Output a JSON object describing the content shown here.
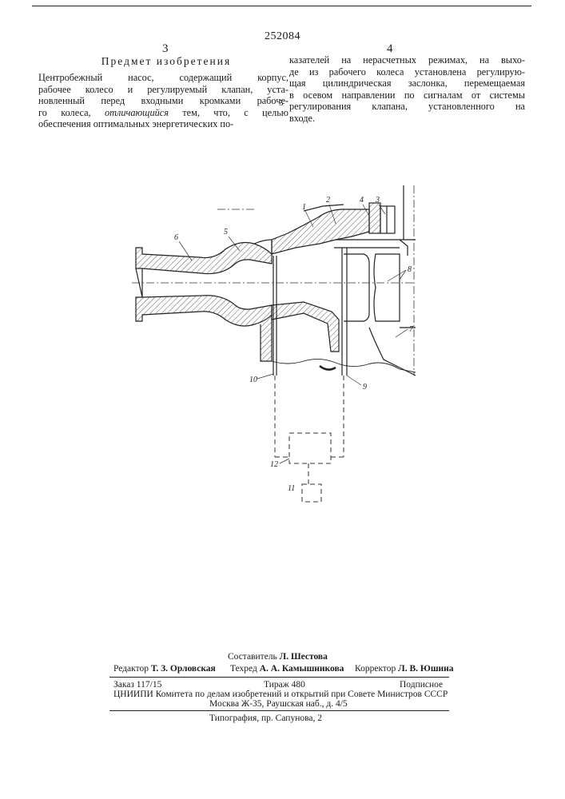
{
  "header": {
    "patent_number": "252084",
    "col_left": "3",
    "col_right": "4",
    "title": "Предмет изобретения"
  },
  "left_column": {
    "lines": [
      "Центробежный насос, содержащий корпус,",
      "рабочее колесо и регулируемый клапан, уста-",
      "новленный перед входными кромками рабоче-",
      "го колеса, отличающийся тем, что, с целью",
      "обеспечения оптимальных энергетических по-"
    ],
    "line4_prefix": "го колеса, ",
    "line4_italic": "отличающийся",
    "line4_suffix": " тем, что, с целью"
  },
  "right_column": {
    "lines": [
      "казателей на нерасчетных режимах, на выхо-",
      "де из рабочего колеса установлена регулирую-",
      "щая цилиндрическая заслонка, перемещаемая",
      "в осевом направлении по сигналам от системы",
      "регулирования клапана, установленного на",
      "входе."
    ],
    "line_marker": "5"
  },
  "figure": {
    "labels": [
      "1",
      "2",
      "3",
      "4",
      "5",
      "6",
      "7",
      "8",
      "9",
      "10",
      "11",
      "12"
    ]
  },
  "footer": {
    "compiler_label": "Составитель",
    "compiler": "Л. Шестова",
    "editor_label": "Редактор",
    "editor": "Т. З. Орловская",
    "techred_label": "Техред",
    "techred": "А. А. Камышникова",
    "corrector_label": "Корректор",
    "corrector": "Л. В. Юшина",
    "order": "Заказ 117/15",
    "circulation": "Тираж 480",
    "subscription": "Подписное",
    "org_line": "ЦНИИПИ Комитета по делам изобретений и открытий при Совете Министров СССР",
    "address": "Москва Ж-35, Раушская наб., д. 4/5",
    "printer": "Типография, пр. Сапунова, 2"
  },
  "colors": {
    "ink": "#1a1a1a",
    "paper": "#ffffff"
  }
}
